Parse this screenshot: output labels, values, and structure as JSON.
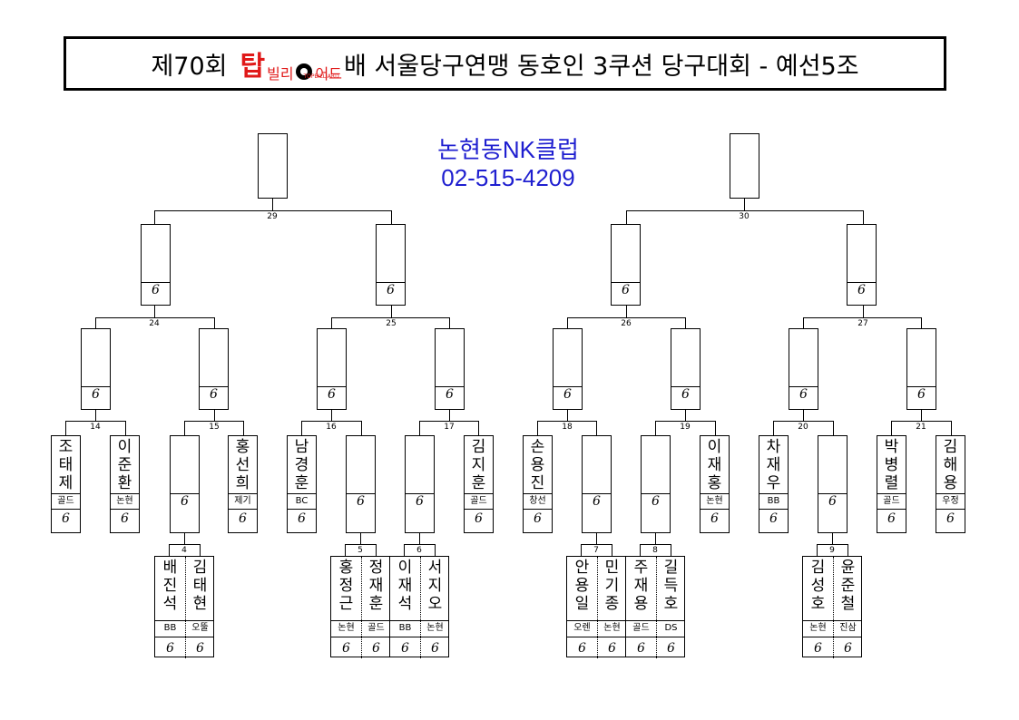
{
  "title": {
    "prefix": "제70회",
    "logo_big": "탑",
    "logo_small": "빌리",
    "logo_small2": "어드",
    "logo_tag": "TOPBILLIARD",
    "suffix": "배 서울당구연맹 동호인 3쿠션 당구대회 - 예선5조"
  },
  "venue": {
    "name": "논현동NK클럽",
    "phone": "02-515-4209"
  },
  "score_mark": "6",
  "matches": {
    "m4": "4",
    "m5": "5",
    "m6": "6",
    "m7": "7",
    "m8": "8",
    "m9": "9",
    "m14": "14",
    "m15": "15",
    "m16": "16",
    "m17": "17",
    "m18": "18",
    "m19": "19",
    "m20": "20",
    "m21": "21",
    "m24": "24",
    "m25": "25",
    "m26": "26",
    "m27": "27",
    "m29": "29",
    "m30": "30"
  },
  "players": {
    "p1": {
      "name": "조태제",
      "club": "골드"
    },
    "p2": {
      "name": "이준환",
      "club": "논현"
    },
    "p3": {
      "name": "홍선희",
      "club": "제기"
    },
    "p4": {
      "name": "남경훈",
      "club": "BC"
    },
    "p5": {
      "name": "김지훈",
      "club": "골드"
    },
    "p6": {
      "name": "손용진",
      "club": "창선"
    },
    "p7": {
      "name": "이재홍",
      "club": "논현"
    },
    "p8": {
      "name": "차재우",
      "club": "BB"
    },
    "p9": {
      "name": "박병렬",
      "club": "골드"
    },
    "p10": {
      "name": "김해용",
      "club": "우정"
    },
    "q1": {
      "name": "배진석",
      "club": "BB"
    },
    "q2": {
      "name": "김태현",
      "club": "오뚤"
    },
    "q3": {
      "name": "홍정근",
      "club": "논현"
    },
    "q4": {
      "name": "정재훈",
      "club": "골드"
    },
    "q5": {
      "name": "이재석",
      "club": "BB"
    },
    "q6": {
      "name": "서지오",
      "club": "논현"
    },
    "q7": {
      "name": "안용일",
      "club": "오렌"
    },
    "q8": {
      "name": "민기종",
      "club": "논현"
    },
    "q9": {
      "name": "주재용",
      "club": "골드"
    },
    "q10": {
      "name": "길득호",
      "club": "DS"
    },
    "q11": {
      "name": "김성호",
      "club": "논현"
    },
    "q12": {
      "name": "윤준철",
      "club": "진삼"
    }
  }
}
